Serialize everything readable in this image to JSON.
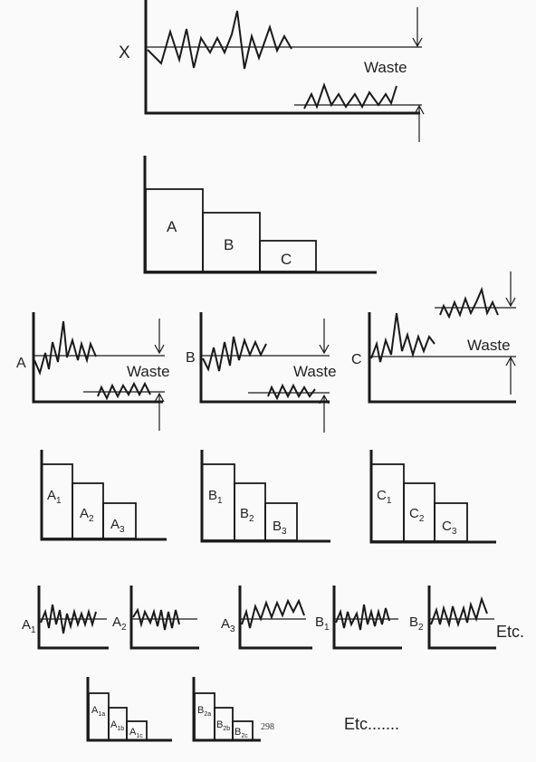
{
  "top": {
    "x_label": "X",
    "waste_label": "Waste"
  },
  "bars_level1": [
    "A",
    "B",
    "C"
  ],
  "level2_plots": [
    {
      "label": "A",
      "waste_label": "Waste"
    },
    {
      "label": "B",
      "waste_label": "Waste"
    },
    {
      "label": "C",
      "waste_label": "Waste"
    }
  ],
  "bars_level2": [
    {
      "letter": "A",
      "subs": [
        "1",
        "2",
        "3"
      ]
    },
    {
      "letter": "B",
      "subs": [
        "1",
        "2",
        "3"
      ]
    },
    {
      "letter": "C",
      "subs": [
        "1",
        "2",
        "3"
      ]
    }
  ],
  "level3_plots": [
    {
      "letter": "A",
      "sub": "1"
    },
    {
      "letter": "A",
      "sub": "2"
    },
    {
      "letter": "A",
      "sub": "3"
    },
    {
      "letter": "B",
      "sub": "1"
    },
    {
      "letter": "B",
      "sub": "2"
    }
  ],
  "etc_label": "Etc.",
  "bars_level3": [
    {
      "letter": "A",
      "subs": [
        "1a",
        "1b",
        "1c"
      ]
    },
    {
      "letter": "B",
      "subs": [
        "2a",
        "2b",
        "2c"
      ]
    }
  ],
  "page_number": "298",
  "final_etc": "Etc......."
}
